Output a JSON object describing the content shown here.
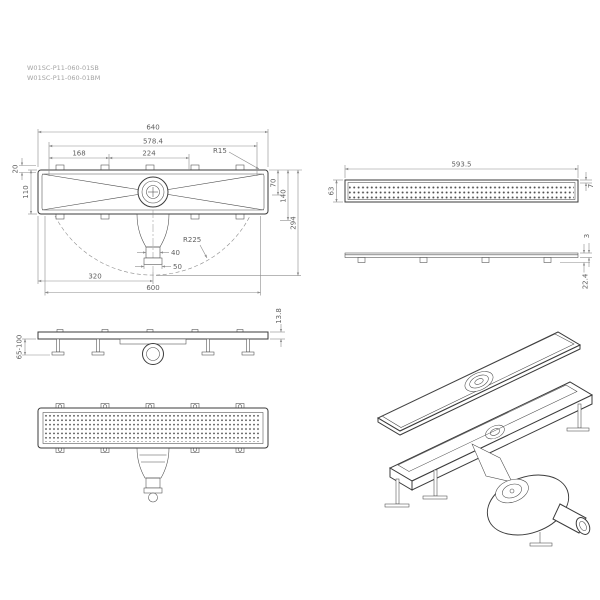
{
  "colors": {
    "line": "#3b3b3b",
    "dimension_line": "#8c8c8c",
    "dimension_text": "#5f5f5f",
    "part_number_text": "#a3a3a3",
    "background": "#ffffff"
  },
  "part_numbers": {
    "line1": "W01SC-P11-060-01SB",
    "line2": "W01SC-P11-060-01BM"
  },
  "top_view": {
    "d_overall": "640",
    "d_grate": "578.4",
    "d_offset1": "168",
    "d_offset2": "224",
    "r_corner": "R15",
    "d_edge": "20",
    "d_width_half": "110",
    "d_width_inner": "70",
    "d_width_outer": "140",
    "d_height_total": "294",
    "r_swivel": "R225",
    "d_outlet": "40",
    "d_flange": "50",
    "d_center": "320",
    "d_body": "600"
  },
  "grate_view": {
    "d_length": "593.5",
    "d_width": "63",
    "d_frame": "7",
    "d_plate": "3",
    "d_hook": "22.4"
  },
  "elevation_view": {
    "d_body_height": "13.8",
    "d_leg_height": "65-100"
  }
}
